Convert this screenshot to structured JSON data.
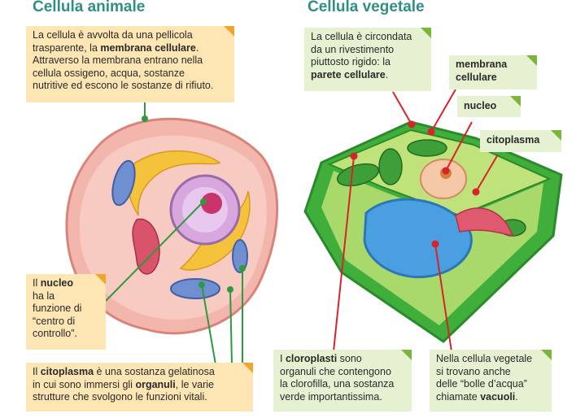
{
  "titles": {
    "animal": "Cellula animale",
    "vegetal": "Cellula vegetale"
  },
  "animal": {
    "membrana": {
      "l1": "La cellula è avvolta da una pellicola",
      "l2a": "trasparente, la ",
      "l2b": "membrana cellulare",
      "l2c": ".",
      "l3": "Attraverso la membrana entrano nella",
      "l4": "cellula ossigeno, acqua, sostanze",
      "l5": "nutritive ed escono le sostanze di rifiuto."
    },
    "nucleo": {
      "l1a": "Il ",
      "l1b": "nucleo",
      "l2": "ha la",
      "l3": "funzione di",
      "l4": "“centro di",
      "l5": "controllo”."
    },
    "citoplasma": {
      "l1a": "Il ",
      "l1b": "citoplasma",
      "l1c": " è una sostanza gelatinosa",
      "l2a": "in cui sono immersi gli ",
      "l2b": "organuli",
      "l2c": ", le varie",
      "l3": "strutture che svolgono le funzioni vitali."
    }
  },
  "vegetal": {
    "parete": {
      "l1": "La cellula è circondata",
      "l2": "da un rivestimento",
      "l3": "piuttosto rigido: la",
      "l4a": "parete cellulare",
      "l4b": "."
    },
    "membrana": {
      "l1": "membrana",
      "l2": "cellulare"
    },
    "nucleo": "nucleo",
    "citoplasma": "citoplasma",
    "cloroplasti": {
      "l1a": "I ",
      "l1b": "cloroplasti",
      "l1c": " sono",
      "l2": "organuli che contengono",
      "l3": "la clorofilla, una sostanza",
      "l4": "verde importantissima."
    },
    "vacuoli": {
      "l1": "Nella cellula vegetale",
      "l2": "si trovano anche",
      "l3": "delle “bolle d’acqua”",
      "l4a": "chiamate ",
      "l4b": "vacuoli",
      "l4c": "."
    }
  },
  "colors": {
    "title": "#2f8f83",
    "animal_box": "#fde5b4",
    "animal_fold": "#f0a62a",
    "vegetal_box": "#e6f1d2",
    "vegetal_fold": "#79b73c",
    "leader_line": "#2e9a3e",
    "pointer_dot": "#d6242a"
  }
}
